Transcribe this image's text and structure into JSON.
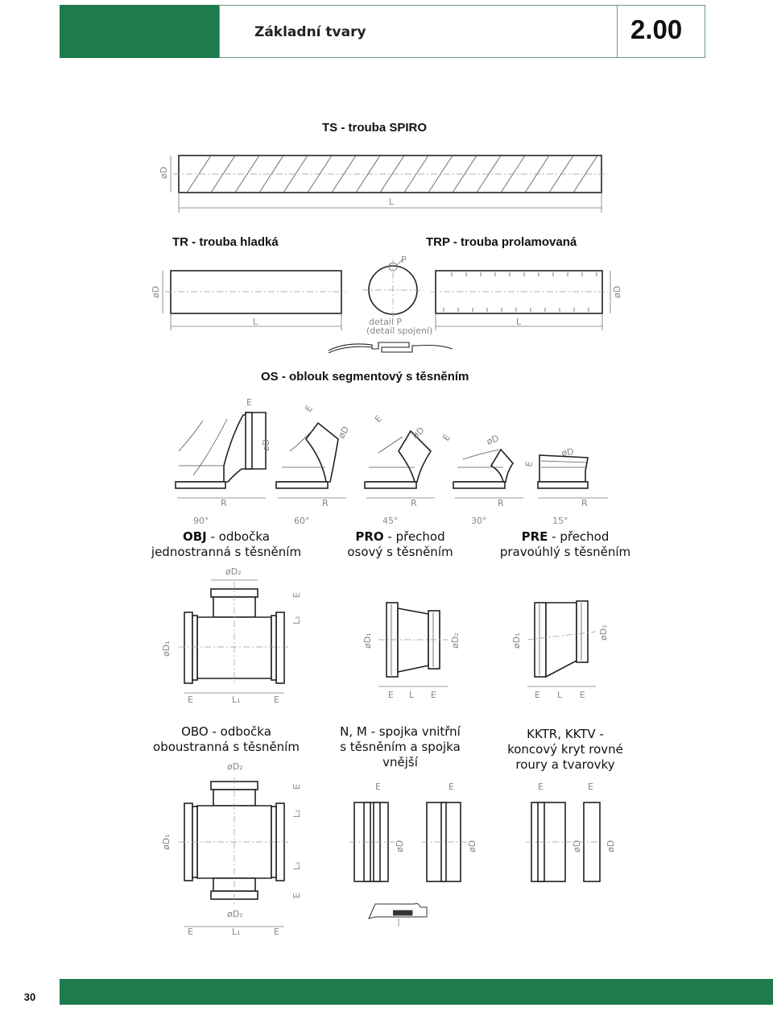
{
  "header": {
    "title": "Základní tvary",
    "section": "2.00"
  },
  "sections": {
    "ts": "TS - trouba SPIRO",
    "tr": "TR - trouba hladká",
    "trp": "TRP - trouba prolamovaná",
    "os": "OS - oblouk segmentový s těsněním",
    "obj": {
      "code": "OBJ",
      "rest": " - odbočka",
      "line2": "jednostranná s těsněním"
    },
    "pro": {
      "code": "PRO",
      "rest": " - přechod",
      "line2": "osový s těsněním"
    },
    "pre": {
      "code": "PRE",
      "rest": " - přechod",
      "line2": "pravoúhlý s těsněním"
    },
    "obo": {
      "line1": "OBO - odbočka",
      "line2": "oboustranná s těsněním"
    },
    "nm": {
      "line1": "N, M - spojka vnitřní",
      "line2": "s těsněním a spojka",
      "line3": "vnější"
    },
    "kktr": {
      "line1": "KKTR, KKTV -",
      "line2": "koncový kryt rovné",
      "line3": "roury a tvarovky"
    }
  },
  "dims": {
    "D": "øD",
    "D1": "øD₁",
    "D2": "øD₂",
    "L": "L",
    "L1": "L₁",
    "L2": "L₂",
    "E": "E",
    "R": "R",
    "detail": "detail P",
    "detail_sub": "(detail spojení)",
    "P": "P",
    "angles": [
      "90°",
      "60°",
      "45°",
      "30°",
      "15°"
    ]
  },
  "footer": {
    "page": "30"
  }
}
